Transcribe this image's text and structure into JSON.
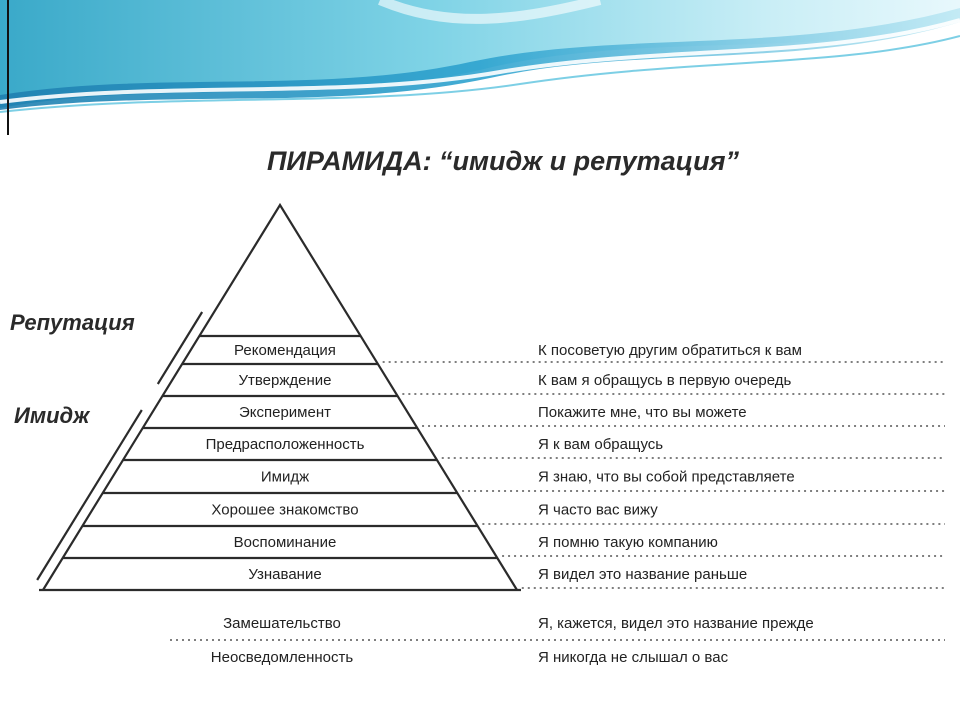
{
  "title": "ПИРАМИДА: “имидж и репутация”",
  "side_labels": {
    "reputation": "Репутация",
    "image": "Имидж"
  },
  "levels": [
    {
      "name": "Рекомендация",
      "description": "К посоветую другим обратиться к вам"
    },
    {
      "name": "Утверждение",
      "description": "К вам я обращусь в первую очередь"
    },
    {
      "name": "Эксперимент",
      "description": "Покажите мне, что вы можете"
    },
    {
      "name": "Предрасположенность",
      "description": "Я к вам обращусь"
    },
    {
      "name": "Имидж",
      "description": "Я знаю, что вы собой представляете"
    },
    {
      "name": "Хорошее знакомство",
      "description": "Я часто вас вижу"
    },
    {
      "name": "Воспоминание",
      "description": "Я помню такую компанию"
    },
    {
      "name": "Узнавание",
      "description": "Я видел это название раньше"
    }
  ],
  "below_levels": [
    {
      "name": "Замешательство",
      "description": "Я, кажется, видел это название прежде"
    },
    {
      "name": "Неосведомленность",
      "description": "Я никогда не слышал о вас"
    }
  ]
}
